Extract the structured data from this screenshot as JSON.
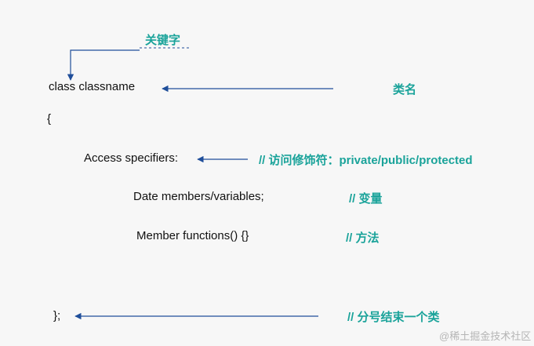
{
  "code": {
    "class_decl": "class classname",
    "open_brace": "{",
    "access_specifiers": "Access specifiers:",
    "data_members": "Date members/variables;",
    "member_functions": "Member functions() {}",
    "close_brace": "};"
  },
  "annotations": {
    "keyword": "关键字",
    "class_name": "类名",
    "access": "// 访问修饰符：private/public/protected",
    "variables": "// 变量",
    "methods": "// 方法",
    "semicolon": "// 分号结束一个类"
  },
  "watermark": "@稀土掘金技术社区",
  "colors": {
    "background": "#f7f7f7",
    "annotation": "#1aa39a",
    "arrow": "#1f4e9a",
    "code_text": "#111111"
  }
}
